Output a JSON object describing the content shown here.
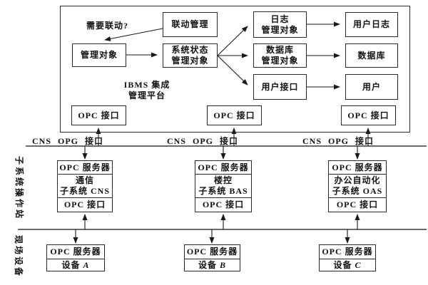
{
  "diagram": {
    "platform": {
      "title_line1": "IBMS 集成",
      "title_line2": "管理平台",
      "question_label": "需要联动?",
      "linkage": "联动管理",
      "managed_object": "管理对象",
      "system_status_line1": "系统状态",
      "system_status_line2": "管理对象",
      "log_line1": "日志",
      "log_line2": "管理对象",
      "db_line1": "数据库",
      "db_line2": "管理对象",
      "user_interface": "用户接口",
      "user_log": "用户日志",
      "database": "数据库",
      "user": "用户",
      "opc_if_labels": [
        "OPC 接口",
        "OPC 接口",
        "OPC 接口"
      ]
    },
    "bus_labels": [
      "CNS OPG 接口",
      "CNS OPG 接口",
      "CNS OPG 接口"
    ],
    "side_labels": {
      "subsystem": "子系统操作站",
      "field": "现场设备"
    },
    "subsystems": [
      {
        "top": "OPC 服务器",
        "name_line1": "通信",
        "name_line2": "子系统 CNS",
        "bottom": "OPC 接口"
      },
      {
        "top": "OPC 服务器",
        "name_line1": "楼控",
        "name_line2": "子系统 BAS",
        "bottom": "OPC 接口"
      },
      {
        "top": "OPC 服务器",
        "name_line1": "办公自动化",
        "name_line2": "子系统 OAS",
        "bottom": "OPC 接口"
      }
    ],
    "devices": [
      {
        "top": "OPC 服务器",
        "name_prefix": "设备",
        "letter": "A"
      },
      {
        "top": "OPC 服务器",
        "name_prefix": "设备",
        "letter": "B"
      },
      {
        "top": "OPC 服务器",
        "name_prefix": "设备",
        "letter": "C"
      }
    ],
    "colors": {
      "line": "#2a2a2a",
      "background": "#ffffff",
      "text": "#111111"
    }
  }
}
